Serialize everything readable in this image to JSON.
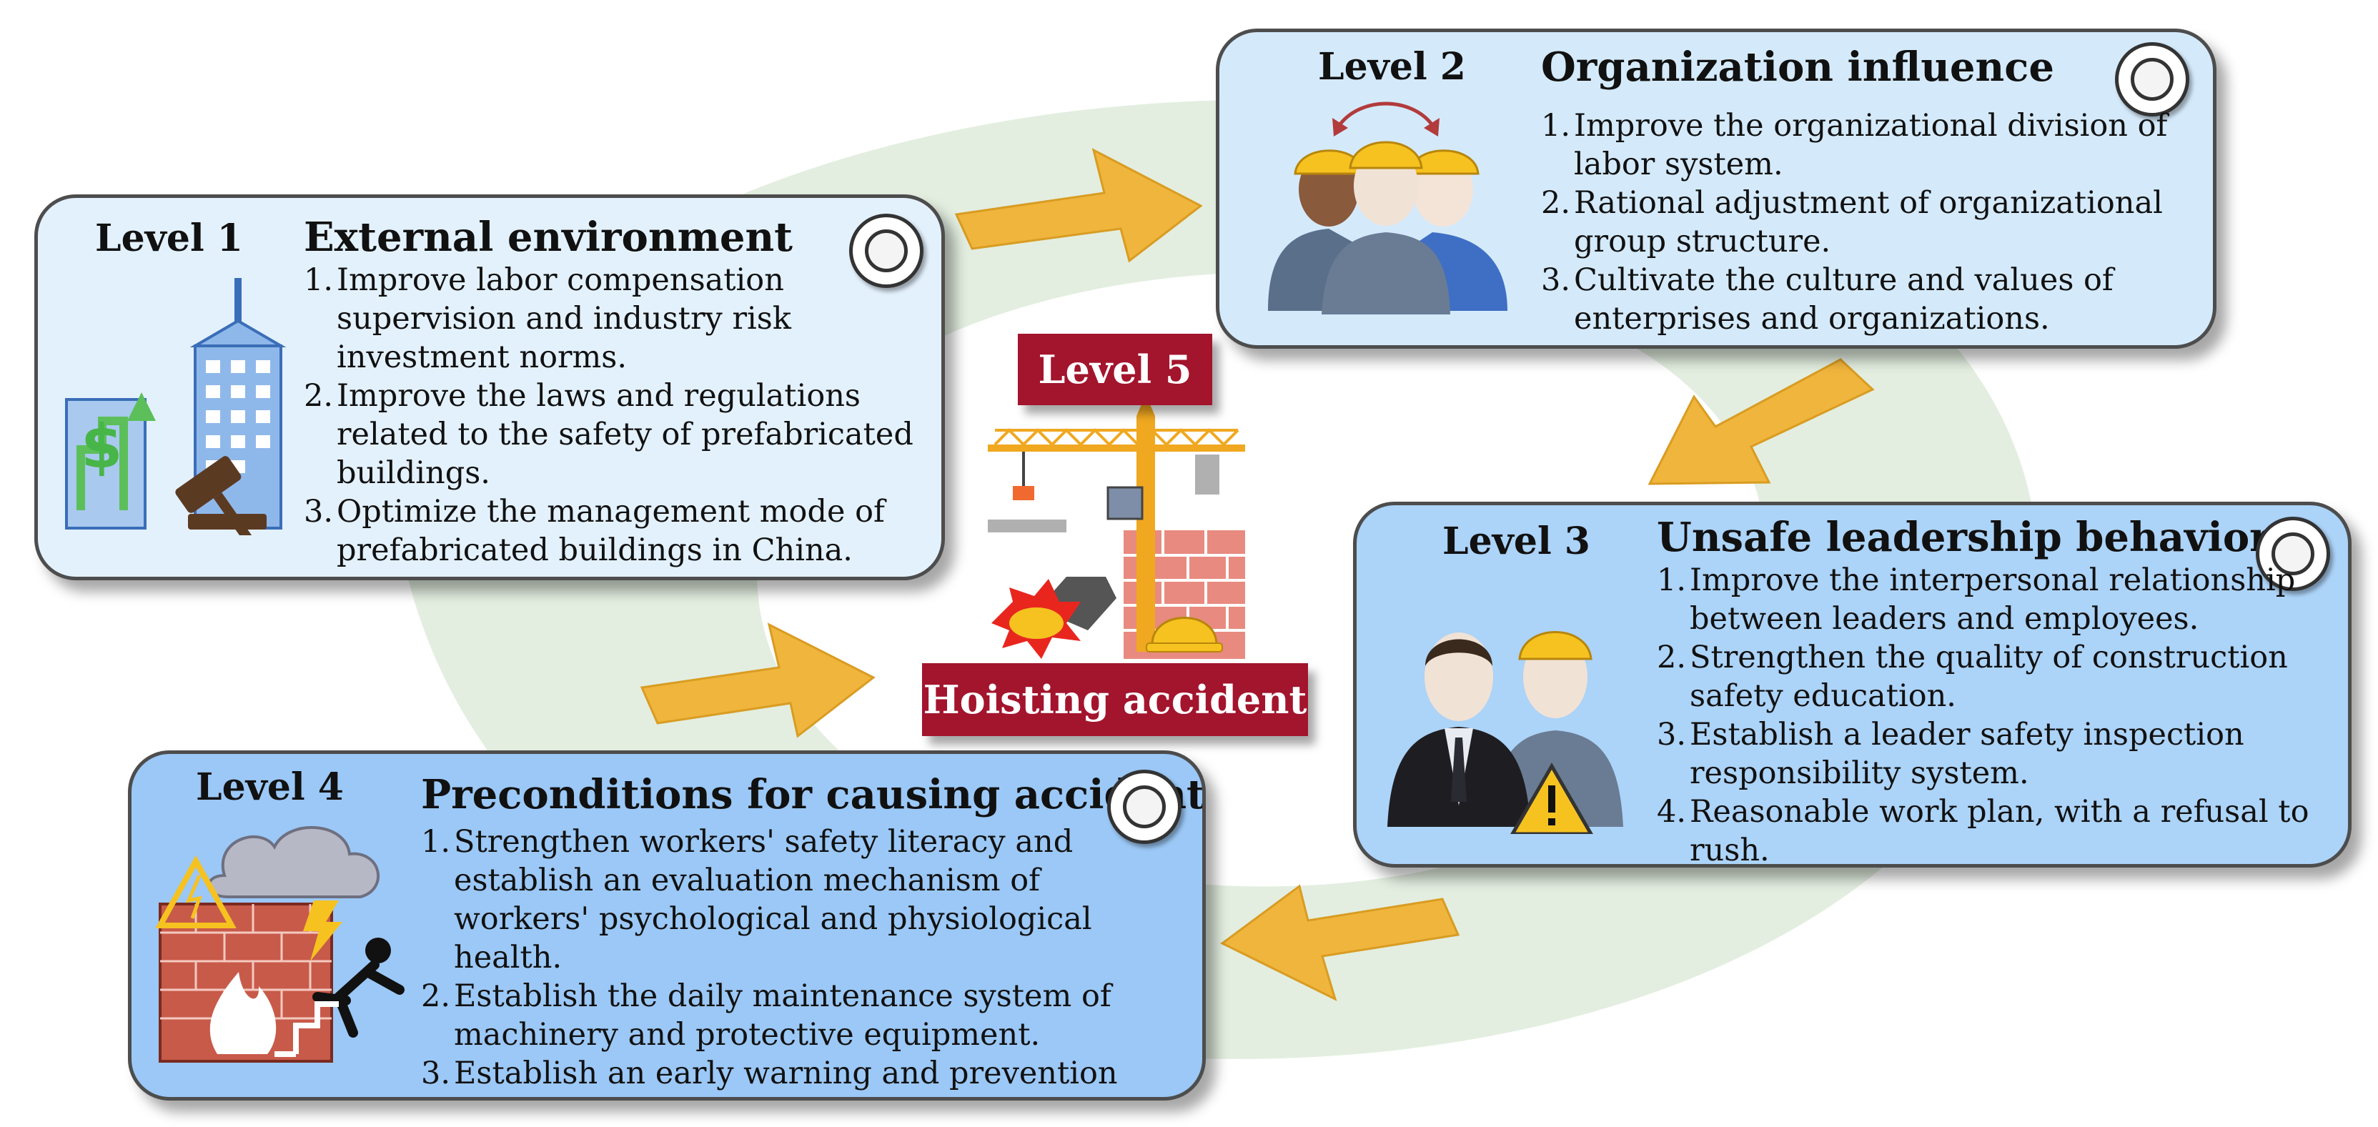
{
  "colors": {
    "banner_red": "#a3142d",
    "arrow_orange": "#f0b53c",
    "background_shape_green": "#e3eee0",
    "level1_card": "#e3f1fd",
    "level2_card": "#d4eafb",
    "level3_card": "#acd3f8",
    "level4_card": "#9bc8f6"
  },
  "center": {
    "level_label": "Level 5",
    "accident_label": "Hoisting accident"
  },
  "levels": [
    {
      "level": "Level 1",
      "title": "External environment",
      "icon": "city-buildings-finance-gavel-icon",
      "items": [
        {
          "num": "1.",
          "text": "Improve labor compensation supervision and industry risk investment norms."
        },
        {
          "num": "2.",
          "text": "Improve the laws and regulations related to the safety of prefabricated buildings."
        },
        {
          "num": "3.",
          "text": "Optimize the management mode of prefabricated buildings in China."
        }
      ]
    },
    {
      "level": "Level 2",
      "title": "Organization influence",
      "icon": "three-workers-hardhat-icon",
      "items": [
        {
          "num": "1.",
          "text": "Improve the organizational division of labor system."
        },
        {
          "num": "2.",
          "text": "Rational adjustment of organizational group structure."
        },
        {
          "num": "3.",
          "text": "Cultivate the culture and values of enterprises and organizations."
        }
      ]
    },
    {
      "level": "Level 3",
      "title": "Unsafe leadership behavior",
      "icon": "leader-and-worker-warning-icon",
      "items": [
        {
          "num": "1.",
          "text": "Improve the interpersonal relationship between leaders and employees."
        },
        {
          "num": "2.",
          "text": "Strengthen the quality of construction safety education."
        },
        {
          "num": "3.",
          "text": "Establish a leader safety inspection responsibility system."
        },
        {
          "num": "4.",
          "text": "Reasonable work plan, with a refusal to rush."
        }
      ]
    },
    {
      "level": "Level 4",
      "title": "Preconditions for causing accidents",
      "icon": "storm-fire-falling-worker-icon",
      "items": [
        {
          "num": "1.",
          "text": "Strengthen workers' safety literacy and establish an evaluation mechanism of workers' psychological and physiological health."
        },
        {
          "num": "2.",
          "text": "Establish the daily maintenance system of machinery and protective equipment."
        },
        {
          "num": "3.",
          "text": "Establish an early warning and prevention system for adverse environment."
        }
      ]
    }
  ]
}
